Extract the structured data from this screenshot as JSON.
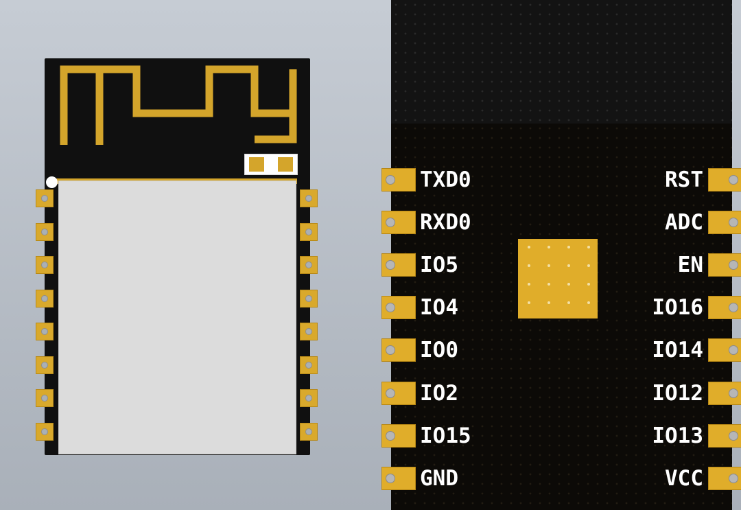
{
  "module_top_view": {
    "left_castellations": 8,
    "right_castellations": 8,
    "colors": {
      "pcb": "#101010",
      "gold": "#d4a52b",
      "shield": "#dcdcdc",
      "background": "#b7bdc5"
    }
  },
  "pinout": {
    "left_pins": [
      {
        "label": "TXD0"
      },
      {
        "label": "RXD0"
      },
      {
        "label": "IO5"
      },
      {
        "label": "IO4"
      },
      {
        "label": "IO0"
      },
      {
        "label": "IO2"
      },
      {
        "label": "IO15"
      },
      {
        "label": "GND"
      }
    ],
    "right_pins": [
      {
        "label": "RST"
      },
      {
        "label": "ADC"
      },
      {
        "label": "EN"
      },
      {
        "label": "IO16"
      },
      {
        "label": "IO14"
      },
      {
        "label": "IO12"
      },
      {
        "label": "IO13"
      },
      {
        "label": "VCC"
      }
    ],
    "colors": {
      "pcb": "#131313",
      "pad": "#e0ad2a",
      "text": "#ffffff"
    }
  }
}
